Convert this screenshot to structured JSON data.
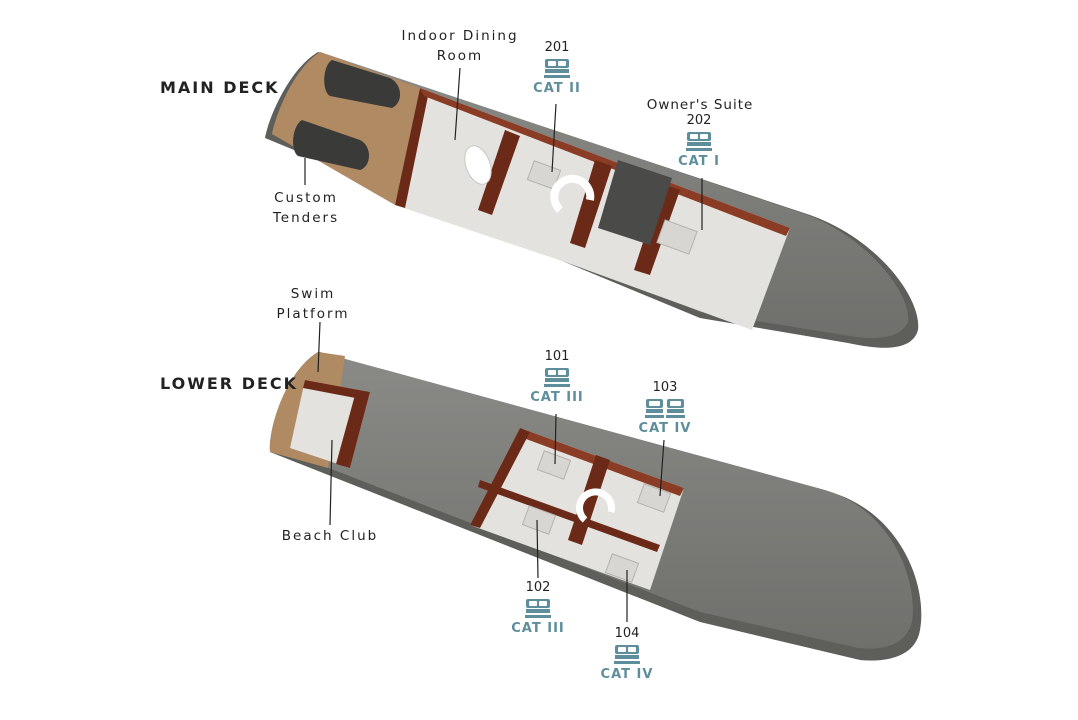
{
  "decks": {
    "main": {
      "title": "MAIN DECK",
      "labels": {
        "dining": "Indoor Dining Room",
        "tenders": "Custom Tenders",
        "owners": "Owner's Suite"
      }
    },
    "lower": {
      "title": "LOWER DECK",
      "labels": {
        "swim": "Swim Platform",
        "beach": "Beach Club"
      }
    }
  },
  "cabins": [
    {
      "number": "201",
      "category": "CAT II",
      "bed": "double"
    },
    {
      "number": "202",
      "category": "CAT I",
      "bed": "double"
    },
    {
      "number": "101",
      "category": "CAT III",
      "bed": "double"
    },
    {
      "number": "102",
      "category": "CAT III",
      "bed": "double"
    },
    {
      "number": "103",
      "category": "CAT IV",
      "bed": "twin"
    },
    {
      "number": "104",
      "category": "CAT IV",
      "bed": "double"
    }
  ],
  "colors": {
    "hull": "#7d7d7a",
    "hull_dark": "#6a6a67",
    "teak": "#b08a62",
    "wood": "#6b2a18",
    "floor": "#e4e2de",
    "cabin_accent": "#5e8d9b",
    "label_text": "#222222"
  },
  "icons": {
    "bed_double": "bed-icon",
    "bed_twin": "twin-bed-icon"
  }
}
